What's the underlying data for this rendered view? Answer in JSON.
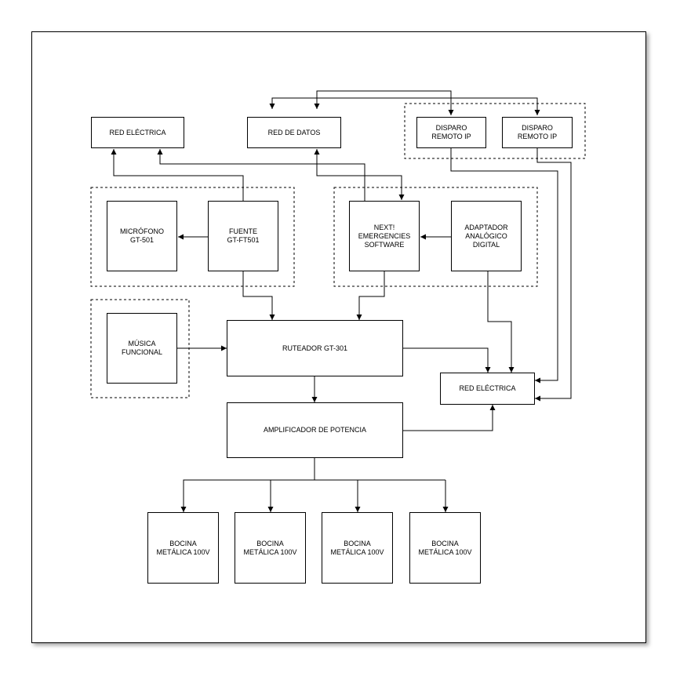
{
  "diagram": {
    "red_electrica_top": "RED ELÉCTRICA",
    "red_datos": "RED DE DATOS",
    "disparo_1": "DISPARO\nREMOTO IP",
    "disparo_2": "DISPARO\nREMOTO IP",
    "microfono": "MICRÓFONO\nGT-501",
    "fuente": "FUENTE\nGT-FT501",
    "next_software": "NEXT!\nEMERGENCIES\nSOFTWARE",
    "adaptador": "ADAPTADOR\nANALÓGICO\nDIGITAL",
    "musica": "MÚSICA\nFUNCIONAL",
    "ruteador": "RUTEADOR GT-301",
    "red_electrica_right": "RED ELÉCTRICA",
    "amplificador": "AMPLIFICADOR DE POTENCIA",
    "bocina_1": "BOCINA\nMETÁLICA 100V",
    "bocina_2": "BOCINA\nMETÁLICA 100V",
    "bocina_3": "BOCINA\nMETÁLICA 100V",
    "bocina_4": "BOCINA\nMETÁLICA 100V"
  },
  "colors": {
    "line": "#000000",
    "background": "#ffffff"
  }
}
